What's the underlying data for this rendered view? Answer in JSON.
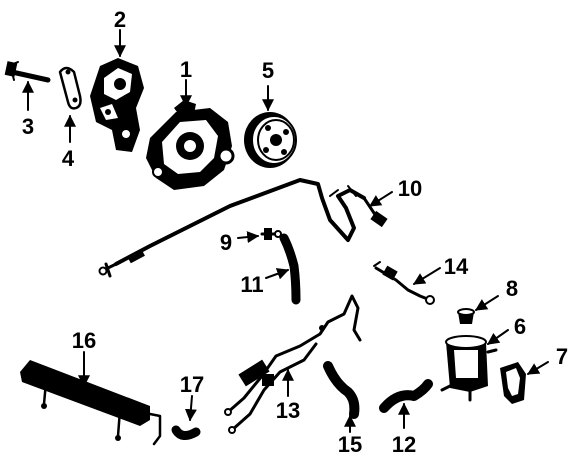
{
  "callouts": {
    "c1": "1",
    "c2": "2",
    "c3": "3",
    "c4": "4",
    "c5": "5",
    "c6": "6",
    "c7": "7",
    "c8": "8",
    "c9": "9",
    "c10": "10",
    "c11": "11",
    "c12": "12",
    "c13": "13",
    "c14": "14",
    "c15": "15",
    "c16": "16",
    "c17": "17"
  },
  "colors": {
    "ink": "#000000",
    "background": "#ffffff"
  }
}
